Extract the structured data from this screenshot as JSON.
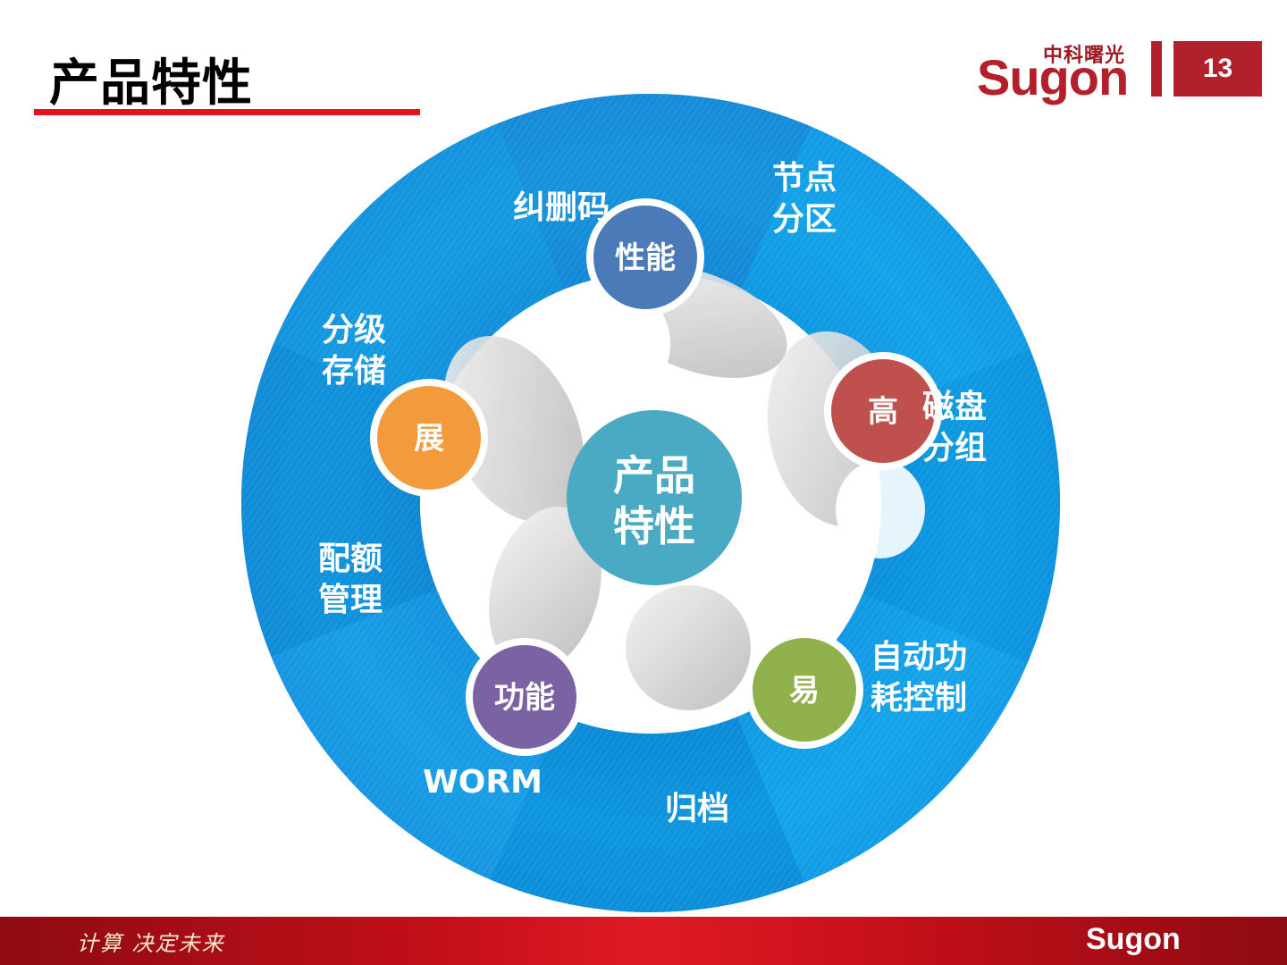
{
  "header": {
    "title": "产品特性",
    "page_number": "13"
  },
  "logo": {
    "chinese": "中科曙光",
    "english": "Sugon"
  },
  "footer": {
    "slogan": "计算 决定未来",
    "brand": "Sugon"
  },
  "colors": {
    "accent_red": "#e5131a",
    "brand_red": "#b2202b",
    "ring_blue": "#0a8fdc",
    "center_teal": "#4aaac4"
  },
  "diagram": {
    "center": {
      "line1": "产品",
      "line2": "特性"
    },
    "segments": [
      {
        "line1": "纠删码",
        "line2": ""
      },
      {
        "line1": "节点",
        "line2": "分区"
      },
      {
        "line1": "磁盘",
        "line2": "分组"
      },
      {
        "line1": "自动功",
        "line2": "耗控制"
      },
      {
        "line1": "归档",
        "line2": ""
      },
      {
        "line1": "WORM",
        "line2": ""
      },
      {
        "line1": "配额",
        "line2": "管理"
      },
      {
        "line1": "分级",
        "line2": "存储"
      }
    ],
    "bubbles": [
      {
        "text": "性能",
        "color": "#4a7bb8",
        "icon": "blue-bubble"
      },
      {
        "text": "高",
        "color": "#c0504d",
        "icon": "red-bubble"
      },
      {
        "text": "易",
        "color": "#8fb04a",
        "icon": "green-bubble"
      },
      {
        "text": "功能",
        "color": "#7b62a3",
        "icon": "purple-bubble"
      },
      {
        "text": "展",
        "color": "#f39a3d",
        "icon": "orange-bubble"
      }
    ]
  }
}
